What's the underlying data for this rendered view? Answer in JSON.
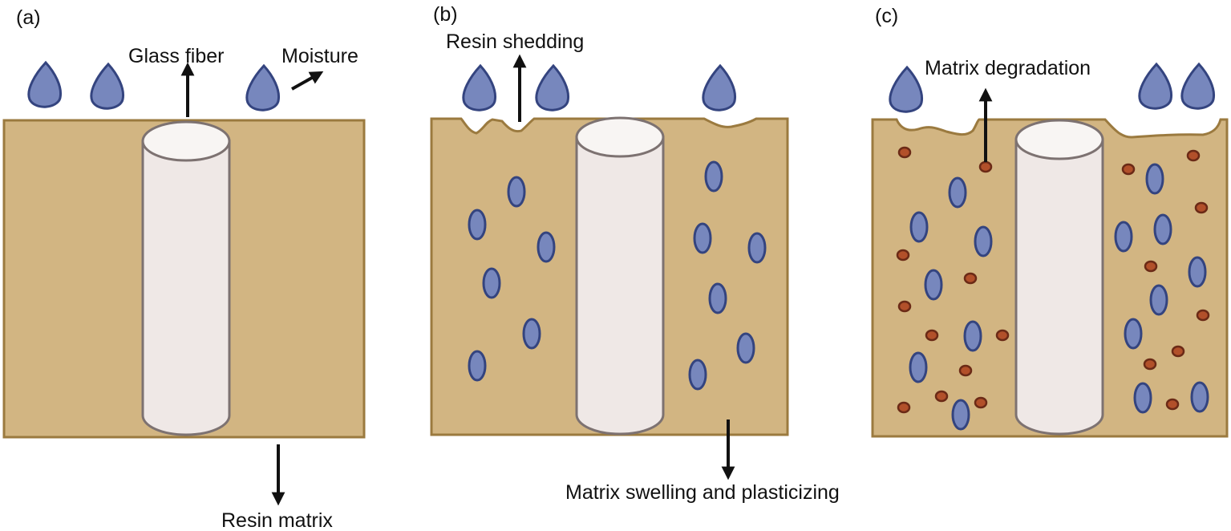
{
  "figure": {
    "colors": {
      "resin": "#d2b582",
      "resin_border": "#9b7a3f",
      "fiber_fill": "#efe8e6",
      "fiber_top": "#f8f5f3",
      "fiber_border": "#7d7271",
      "moisture_fill": "#7787bd",
      "moisture_border": "#34447f",
      "degradation_fill": "#b2502a",
      "degradation_border": "#6b2a16",
      "arrow": "#111111"
    },
    "panels": [
      {
        "id": "a",
        "label": "(a)",
        "annotations": {
          "glass_fiber": "Glass fiber",
          "moisture": "Moisture",
          "resin_matrix": "Resin matrix"
        }
      },
      {
        "id": "b",
        "label": "(b)",
        "annotations": {
          "resin_shedding": "Resin shedding",
          "swelling": "Matrix swelling and plasticizing"
        }
      },
      {
        "id": "c",
        "label": "(c)",
        "annotations": {
          "degradation": "Matrix degradation"
        }
      }
    ]
  }
}
